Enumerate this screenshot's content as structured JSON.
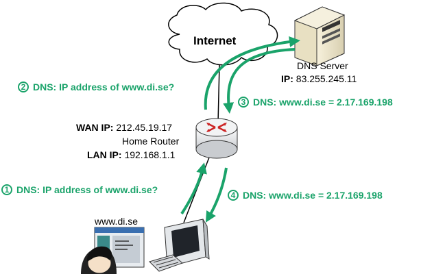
{
  "cloud": {
    "label": "Internet"
  },
  "dns_server": {
    "name": "DNS Server",
    "ip_label": "IP:",
    "ip": "83.255.245.11"
  },
  "router": {
    "wan_label": "WAN IP:",
    "wan_ip": "212.45.19.17",
    "name": "Home Router",
    "lan_label": "LAN IP:",
    "lan_ip": "192.168.1.1"
  },
  "browser": {
    "url": "www.di.se"
  },
  "steps": [
    {
      "num": "1",
      "text": "DNS: IP address of www.di.se?"
    },
    {
      "num": "2",
      "text": "DNS: IP address of www.di.se?"
    },
    {
      "num": "3",
      "text": "DNS: www.di.se = 2.17.169.198"
    },
    {
      "num": "4",
      "text": "DNS: www.di.se = 2.17.169.198"
    }
  ],
  "colors": {
    "arrow": "#1aa36a",
    "router_arrows": "#cc2222"
  }
}
